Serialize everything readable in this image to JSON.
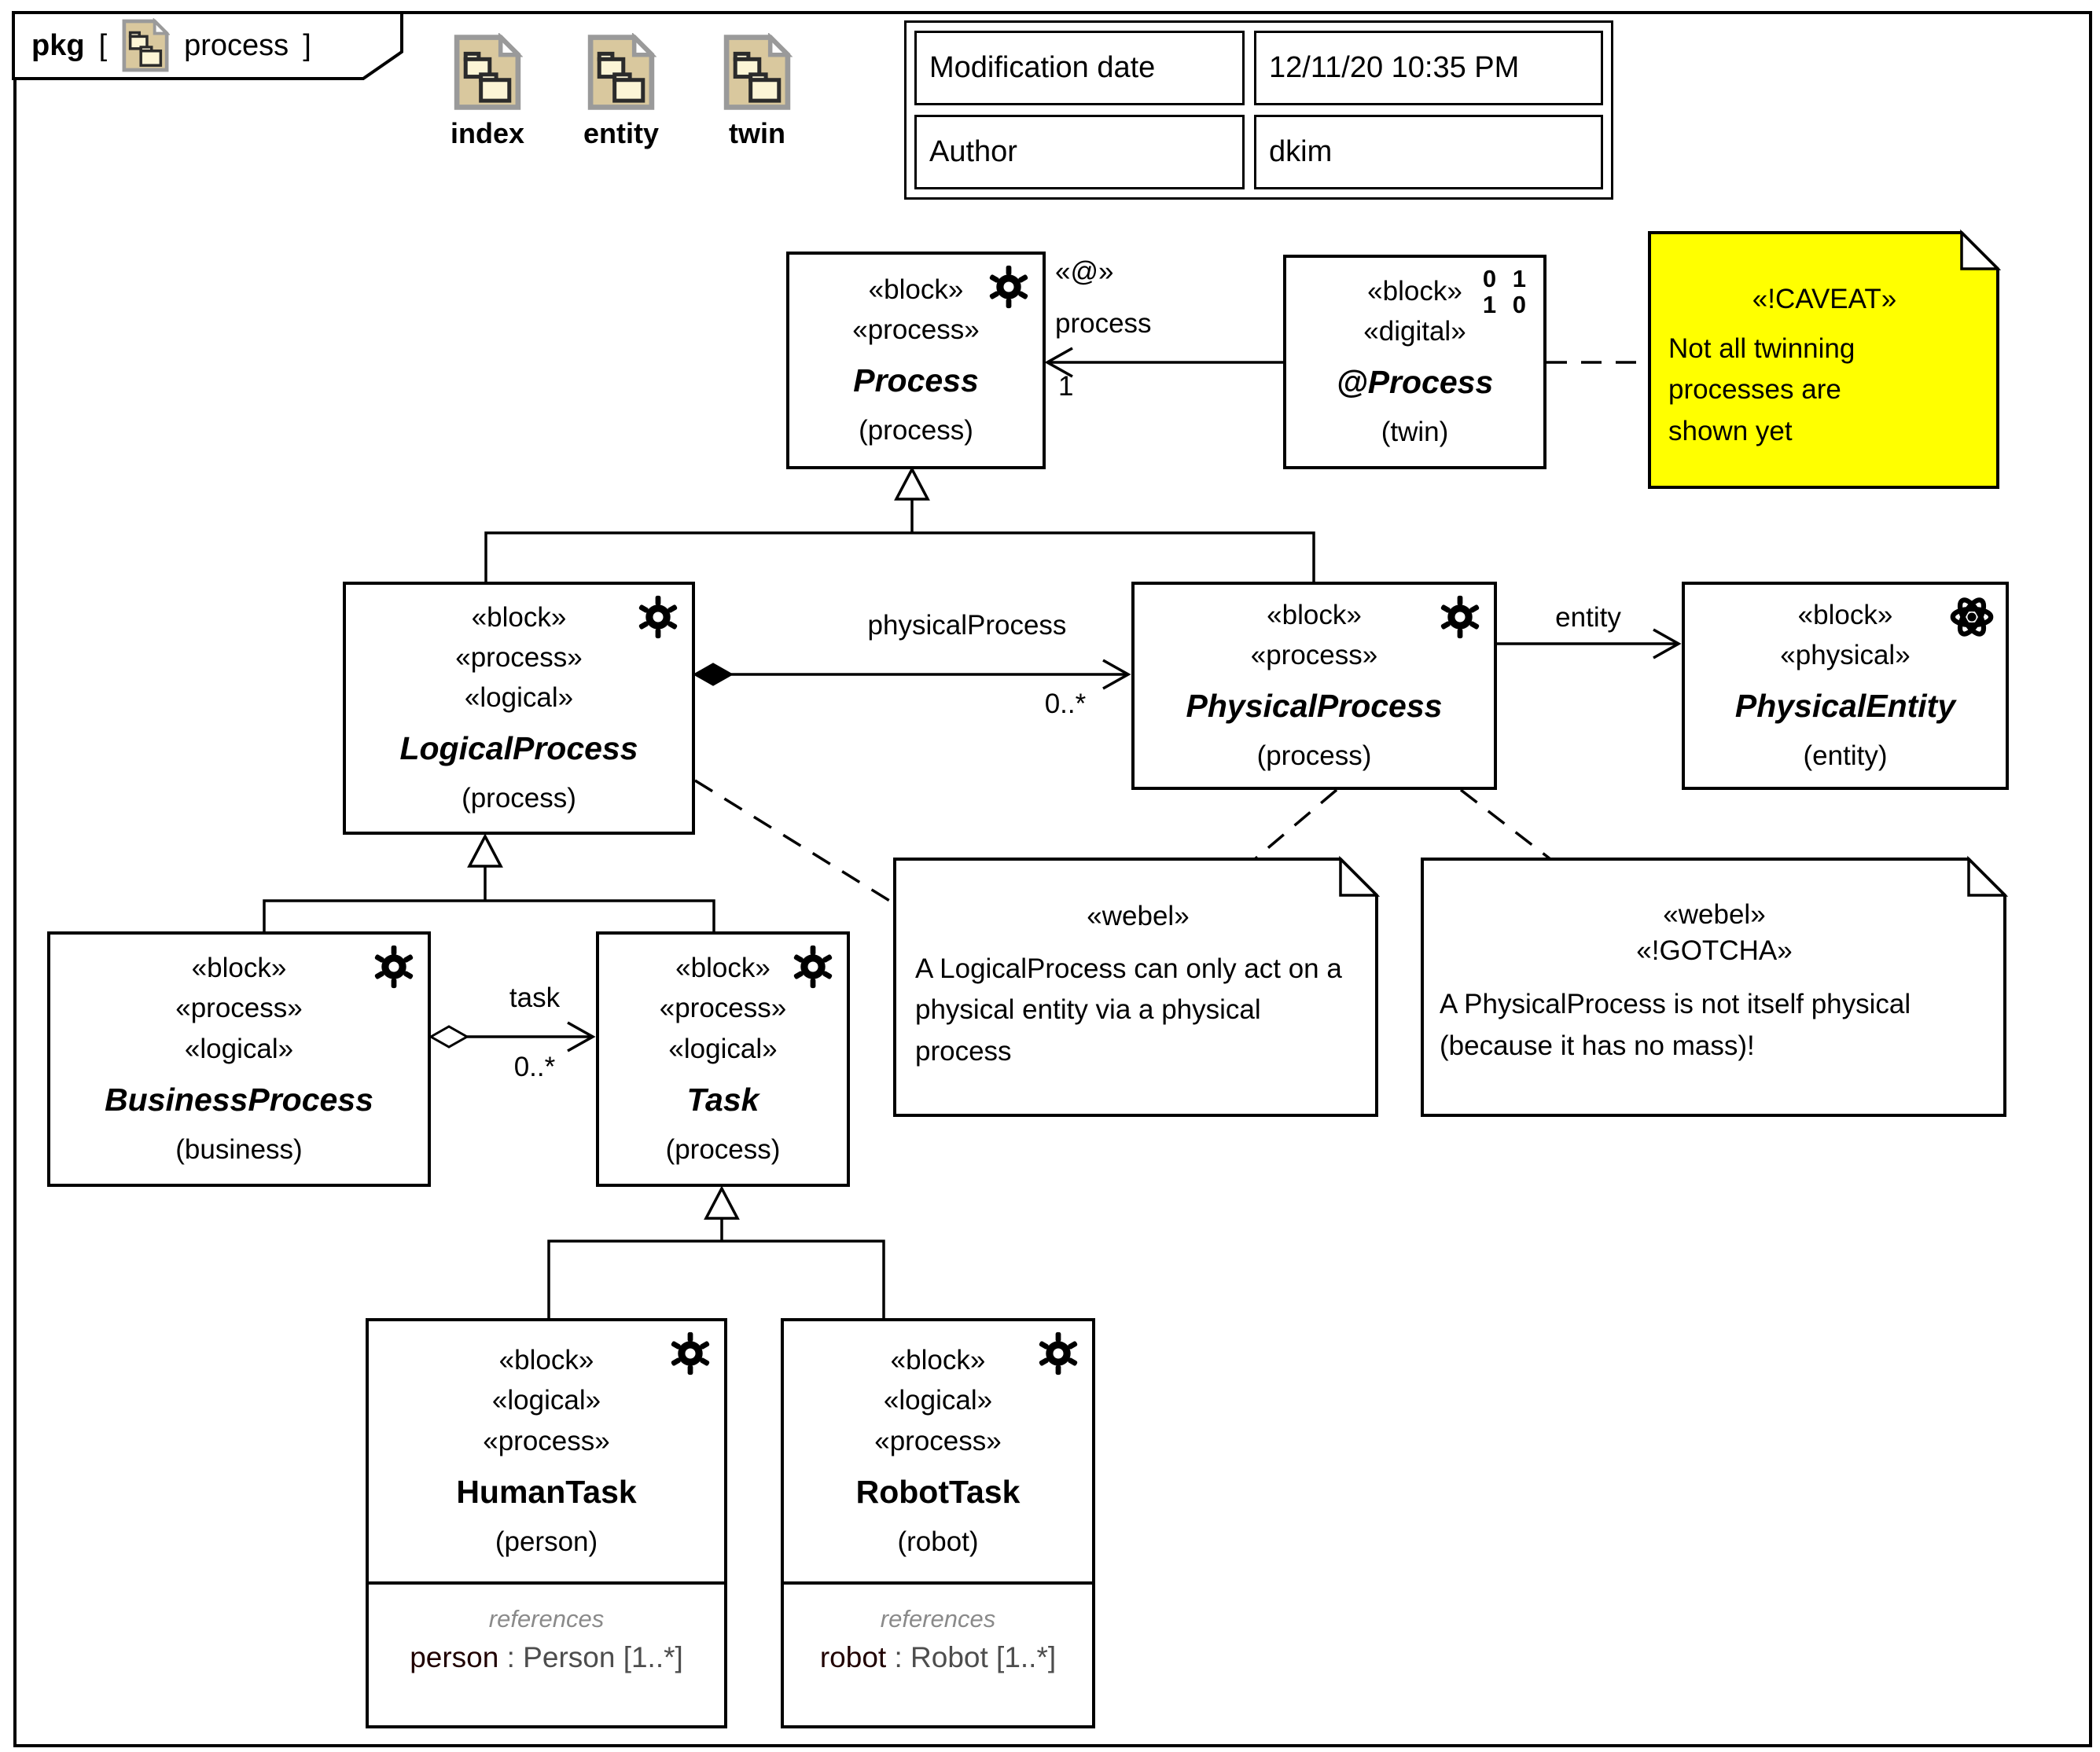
{
  "frame": {
    "tab_keyword": "pkg",
    "bracket_open": "[",
    "diagram_name": "process",
    "bracket_close": "]"
  },
  "palette": {
    "items": [
      {
        "label": "index"
      },
      {
        "label": "entity"
      },
      {
        "label": "twin"
      }
    ]
  },
  "info_table": {
    "rows": [
      {
        "label": "Modification date",
        "value": "12/11/20 10:35 PM"
      },
      {
        "label": "Author",
        "value": "dkim"
      }
    ]
  },
  "blocks": {
    "process": {
      "stereotypes": [
        "«block»",
        "«process»"
      ],
      "name": "Process",
      "package": "(process)"
    },
    "at_process": {
      "stereotypes": [
        "«block»",
        "«digital»"
      ],
      "name": "@Process",
      "package": "(twin)",
      "binary": [
        "0 1",
        "1 0"
      ]
    },
    "logical_process": {
      "stereotypes": [
        "«block»",
        "«process»",
        "«logical»"
      ],
      "name": "LogicalProcess",
      "package": "(process)"
    },
    "physical_process": {
      "stereotypes": [
        "«block»",
        "«process»"
      ],
      "name": "PhysicalProcess",
      "package": "(process)"
    },
    "physical_entity": {
      "stereotypes": [
        "«block»",
        "«physical»"
      ],
      "name": "PhysicalEntity",
      "package": "(entity)"
    },
    "business_process": {
      "stereotypes": [
        "«block»",
        "«process»",
        "«logical»"
      ],
      "name": "BusinessProcess",
      "package": "(business)"
    },
    "task": {
      "stereotypes": [
        "«block»",
        "«process»",
        "«logical»"
      ],
      "name": "Task",
      "package": "(process)"
    },
    "human_task": {
      "stereotypes": [
        "«block»",
        "«logical»",
        "«process»"
      ],
      "name": "HumanTask",
      "package": "(person)",
      "compartment_label": "references",
      "ref_name": "person",
      "ref_rest": " : Person [1..*]"
    },
    "robot_task": {
      "stereotypes": [
        "«block»",
        "«logical»",
        "«process»"
      ],
      "name": "RobotTask",
      "package": "(robot)",
      "compartment_label": "references",
      "ref_name": "robot",
      "ref_rest": " : Robot [1..*]"
    }
  },
  "edges": {
    "at": {
      "stereotype": "«@»",
      "name": "process",
      "multiplicity": "1"
    },
    "physical_process": {
      "name": "physicalProcess",
      "multiplicity": "0..*"
    },
    "entity": {
      "name": "entity"
    },
    "task": {
      "name": "task",
      "multiplicity": "0..*"
    }
  },
  "notes": {
    "caveat": {
      "stereotype": "«!CAVEAT»",
      "text": "Not all twinning processes are shown yet"
    },
    "webel_logical": {
      "stereotype": "«webel»",
      "text": "A LogicalProcess can only act on a physical entity via a physical process"
    },
    "webel_gotcha": {
      "stereotype1": "«webel»",
      "stereotype2": "«!GOTCHA»",
      "text": "A PhysicalProcess is not itself physical (because it has no mass)!"
    }
  },
  "icons": {
    "block_marker": "gear-icon",
    "digital_marker": "binary-icon",
    "physical_marker": "atom-icon",
    "package_file": "package-file-icon"
  },
  "colors": {
    "note_yellow": "#ffff00",
    "file_icon_tan": "#d9c89e",
    "file_icon_paper": "#fcf5d6",
    "references_label_gray": "#8a8a8a",
    "reference_type_gray": "#4d4d4d",
    "line_black": "#000000"
  }
}
